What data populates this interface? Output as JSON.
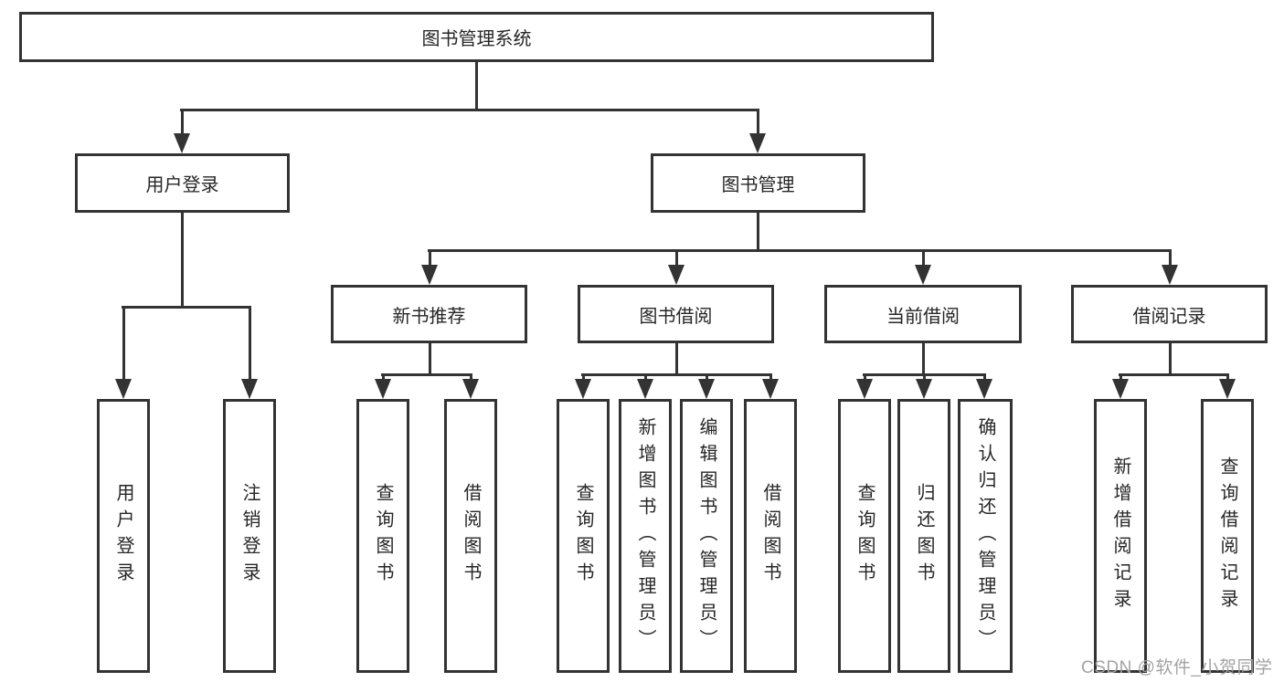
{
  "tree": {
    "root": "图书管理系统",
    "nodes": {
      "user_login": "用户登录",
      "book_mgmt": "图书管理",
      "new_books": "新书推荐",
      "book_borrow": "图书借阅",
      "current_borrow": "当前借阅",
      "borrow_records": "借阅记录"
    },
    "leaves": {
      "user_login": [
        "用户登录",
        "注销登录"
      ],
      "new_books": [
        "查询图书",
        "借阅图书"
      ],
      "book_borrow": [
        "查询图书",
        "新增图书（管理员）",
        "编辑图书（管理员）",
        "借阅图书"
      ],
      "current_borrow": [
        "查询图书",
        "归还图书",
        "确认归还（管理员）"
      ],
      "borrow_records": [
        "新增借阅记录",
        "查询借阅记录"
      ]
    }
  },
  "watermark": "CSDN @软件_小贺同学",
  "colors": {
    "line": "#333333",
    "text": "#262626",
    "watermark": "#a3a3a3",
    "background": "#ffffff"
  }
}
